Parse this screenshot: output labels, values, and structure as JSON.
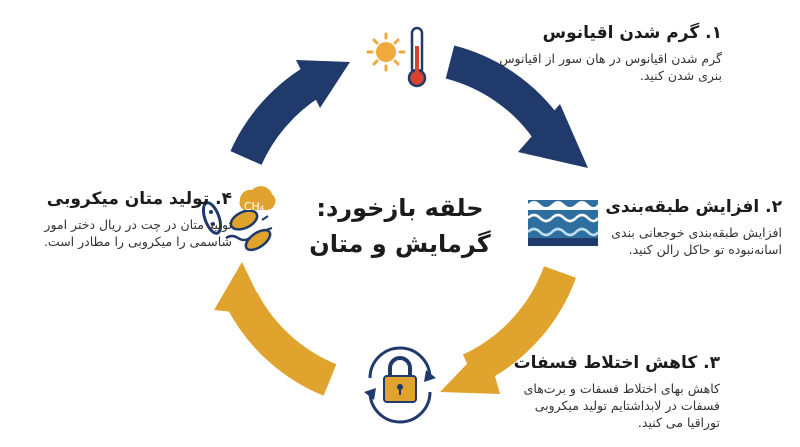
{
  "title": {
    "line1": "حلقه بازخورد:",
    "line2": "گرمایش و متان"
  },
  "steps": [
    {
      "heading": "۱. گرم شدن اقیانوس",
      "text": "گرم شدن اقیانوس در هان سور از اقیانوس بنری شدن کنید."
    },
    {
      "heading": "۲. افزایش طبقه‌بندی",
      "text": "افزایش طبقه‌بندی خوجعانی بندی اسانه‌نبوده تو حاکل رالن کنید."
    },
    {
      "heading": "۳. کاهش اختلاط فسفات",
      "text": "کاهش بهای اختلاط فسفات و برت‌های فسفات در لابداشتایم تولید میکروبی توراقیا می کنید."
    },
    {
      "heading": "۴. تولید متان میکروبی",
      "text": "تولید متان در چت در ریال دختر امور شاسمی را میکروبی را مطادر است."
    }
  ],
  "icons": {
    "top": "sun-thermometer-icon",
    "right": "ocean-layers-icon",
    "bottom": "lock-cycle-icon",
    "left": "microbes-methane-icon",
    "methane_label": "CH₄"
  },
  "colors": {
    "navy_arrow": "#1f3a6b",
    "gold_arrow": "#e0a42e",
    "sun": "#f2a93b",
    "thermo_red": "#d8432f",
    "water": "#2f6f9f"
  }
}
